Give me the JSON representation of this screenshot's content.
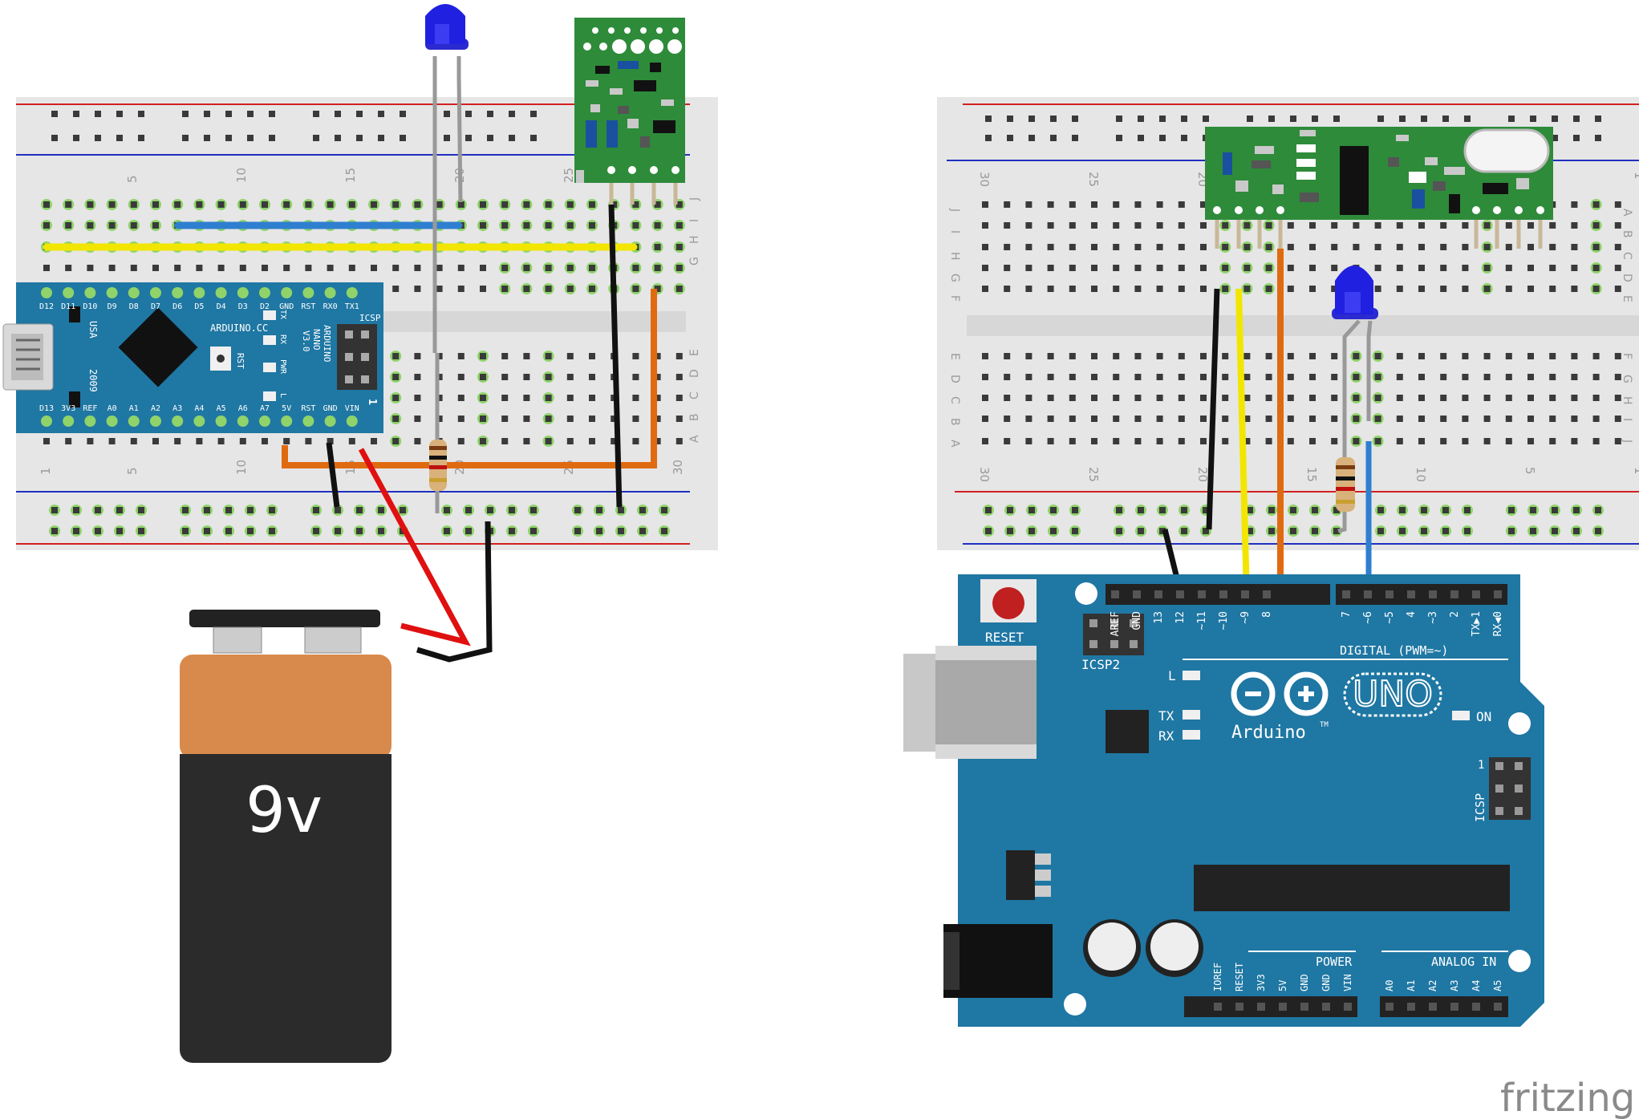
{
  "left_circuit": {
    "nano": {
      "top_pins": [
        "D12",
        "D11",
        "D10",
        "D9",
        "D8",
        "D7",
        "D6",
        "D5",
        "D4",
        "D3",
        "D2",
        "GND",
        "RST",
        "RX0",
        "TX1"
      ],
      "bottom_pins": [
        "D13",
        "3V3",
        "REF",
        "A0",
        "A1",
        "A2",
        "A3",
        "A4",
        "A5",
        "A6",
        "A7",
        "5V",
        "RST",
        "GND",
        "VIN"
      ],
      "brand_text": "ARDUINO.CC",
      "model_text": [
        "ARDUINO",
        "NANO",
        "V3.0"
      ],
      "usa_text": "USA",
      "year_text": "2009",
      "rst_text": "RST",
      "led_labels": [
        "TX",
        "RX",
        "PWR",
        "L"
      ],
      "icsp_label": "ICSP",
      "icsp_pin1": "1"
    },
    "battery": {
      "label": "9v"
    },
    "breadboard_numbers_top": [
      "5",
      "10",
      "15",
      "20",
      "25"
    ],
    "breadboard_numbers_bottom": [
      "1",
      "5",
      "10",
      "15",
      "20",
      "25",
      "30"
    ],
    "breadboard_rows_top": [
      "J",
      "I",
      "H",
      "G"
    ],
    "breadboard_rows_bottom": [
      "E",
      "D",
      "C",
      "B",
      "A"
    ]
  },
  "right_circuit": {
    "uno": {
      "reset_label": "RESET",
      "icsp2_label": "ICSP2",
      "icsp_label": "ICSP",
      "icsp_pin1": "1",
      "top_header_pins": [
        "AREF",
        "GND",
        "13",
        "12",
        "~11",
        "~10",
        "~9",
        "8"
      ],
      "top_header2_pins": [
        "7",
        "~6",
        "~5",
        "4",
        "~3",
        "2",
        "TX▶1",
        "RX◀0"
      ],
      "digital_label": "DIGITAL (PWM=~)",
      "logo_text": "Arduino",
      "tm": "TM",
      "uno_text": "UNO",
      "on_label": "ON",
      "l_label": "L",
      "tx_label": "TX",
      "rx_label": "RX",
      "power_pins": [
        "IOREF",
        "RESET",
        "3V3",
        "5V",
        "GND",
        "GND",
        "VIN"
      ],
      "power_label": "POWER",
      "analog_pins": [
        "A0",
        "A1",
        "A2",
        "A3",
        "A4",
        "A5"
      ],
      "analog_label": "ANALOG IN"
    },
    "breadboard_numbers": [
      "30",
      "25",
      "20",
      "15",
      "10",
      "5",
      "1"
    ],
    "breadboard_rows_left": [
      "J",
      "I",
      "H",
      "G",
      "F",
      "E",
      "D",
      "C",
      "B",
      "A"
    ],
    "breadboard_rows_right": [
      "A",
      "B",
      "C",
      "D",
      "E",
      "F",
      "G",
      "H",
      "I",
      "J"
    ]
  },
  "watermark": "fritzing",
  "colors": {
    "board_blue": "#1f77a3",
    "breadboard": "#e6e6e6",
    "pcb_green": "#2e8b3a",
    "wire_yellow": "#f2e600",
    "wire_blue": "#2f7fd0",
    "wire_orange": "#e06a10",
    "wire_red": "#e01010",
    "wire_black": "#111111",
    "led_blue": "#2020e0",
    "battery_orange": "#d88a4c",
    "battery_black": "#2b2b2b"
  }
}
